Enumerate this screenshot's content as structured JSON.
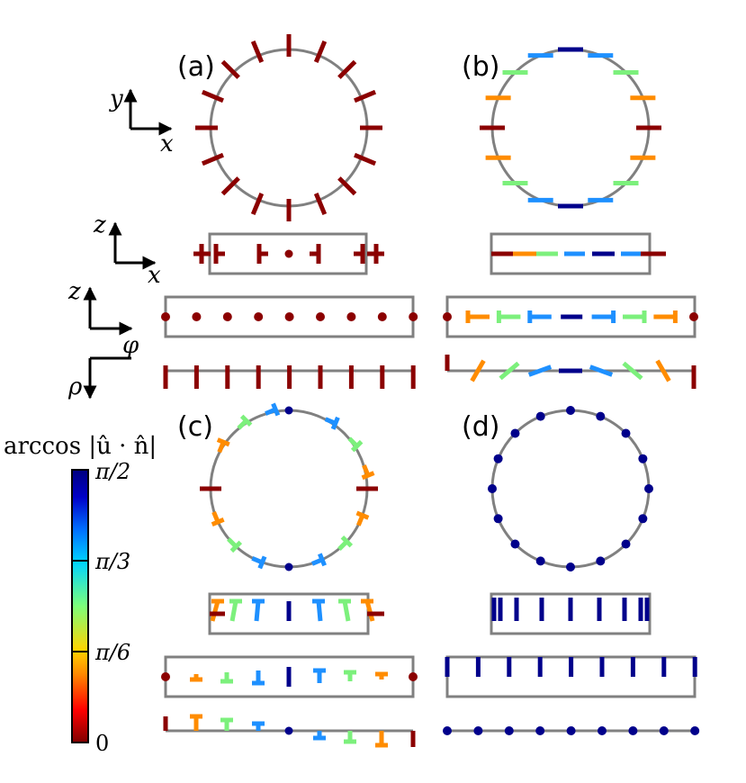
{
  "panels": {
    "a": {
      "label": "(a)"
    },
    "b": {
      "label": "(b)"
    },
    "c": {
      "label": "(c)"
    },
    "d": {
      "label": "(d)"
    }
  },
  "axes": {
    "xy": {
      "vertical": "y",
      "horizontal": "x"
    },
    "zx": {
      "vertical": "z",
      "horizontal": "x"
    },
    "zphi": {
      "vertical": "z",
      "horizontal": "φ"
    },
    "rho": {
      "vertical": "ρ"
    }
  },
  "colorbar": {
    "title": "arccos |û · n̂|",
    "ticks": [
      "π/2",
      "π/3",
      "π/6",
      "0"
    ],
    "colors": [
      "#800000",
      "#ff0000",
      "#ff8800",
      "#ffd400",
      "#7dff7a",
      "#00d4ff",
      "#0070ff",
      "#0000c8",
      "#00007f"
    ]
  },
  "colors": {
    "outline": "#808080",
    "c0": "#8b0000",
    "c1": "#ff8c00",
    "c2": "#7cf07c",
    "c3": "#1e90ff",
    "c4": "#00008b"
  }
}
